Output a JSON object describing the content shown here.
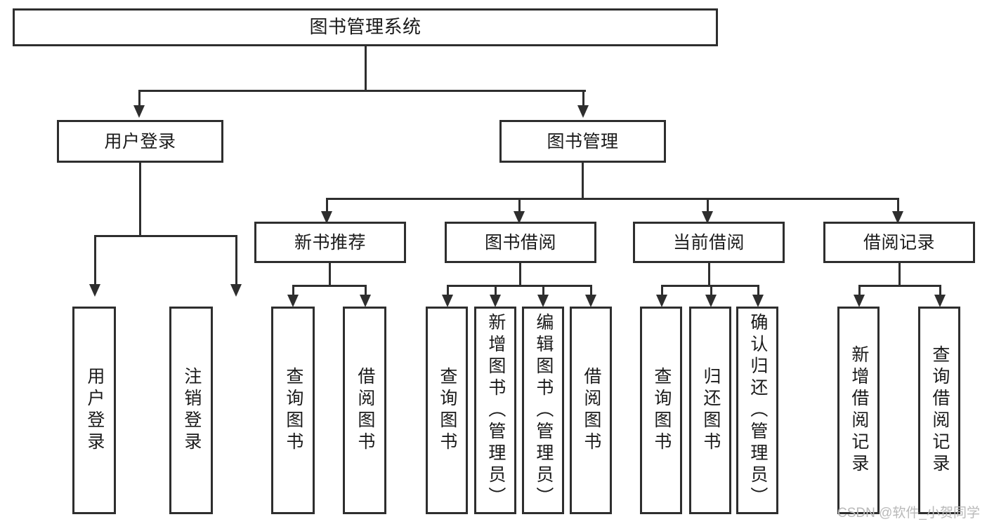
{
  "diagram": {
    "kind": "tree-hierarchy-diagram",
    "title": "图书管理系统",
    "colors": {
      "stroke": "#2e2e2e",
      "fill": "#ffffff",
      "text": "#1a1a1a",
      "watermark": "#b9b9b9"
    },
    "root": {
      "label": "图书管理系统"
    },
    "level2": [
      {
        "id": "user-login",
        "label": "用户登录"
      },
      {
        "id": "book-management",
        "label": "图书管理"
      }
    ],
    "level3": [
      {
        "id": "new-book-recommend",
        "label": "新书推荐",
        "parent": "book-management"
      },
      {
        "id": "book-borrow",
        "label": "图书借阅",
        "parent": "book-management"
      },
      {
        "id": "current-borrow",
        "label": "当前借阅",
        "parent": "book-management"
      },
      {
        "id": "borrow-record",
        "label": "借阅记录",
        "parent": "book-management"
      }
    ],
    "leaves": {
      "user-login": [
        {
          "id": "leaf-user-login",
          "label": "用户登录"
        },
        {
          "id": "leaf-user-logout",
          "label": "注销登录"
        }
      ],
      "new-book-recommend": [
        {
          "id": "leaf-query-book-1",
          "label": "查询图书"
        },
        {
          "id": "leaf-borrow-book-1",
          "label": "借阅图书"
        }
      ],
      "book-borrow": [
        {
          "id": "leaf-query-book-2",
          "label": "查询图书"
        },
        {
          "id": "leaf-add-book",
          "label": "新增图书（管理员）"
        },
        {
          "id": "leaf-edit-book",
          "label": "编辑图书（管理员）"
        },
        {
          "id": "leaf-borrow-book-2",
          "label": "借阅图书"
        }
      ],
      "current-borrow": [
        {
          "id": "leaf-query-book-3",
          "label": "查询图书"
        },
        {
          "id": "leaf-return-book",
          "label": "归还图书"
        },
        {
          "id": "leaf-confirm-return",
          "label": "确认归还（管理员）"
        }
      ],
      "borrow-record": [
        {
          "id": "leaf-add-record",
          "label": "新增借阅记录"
        },
        {
          "id": "leaf-query-record",
          "label": "查询借阅记录"
        }
      ]
    }
  },
  "watermark": {
    "text": "CSDN @软件_小贺同学"
  }
}
